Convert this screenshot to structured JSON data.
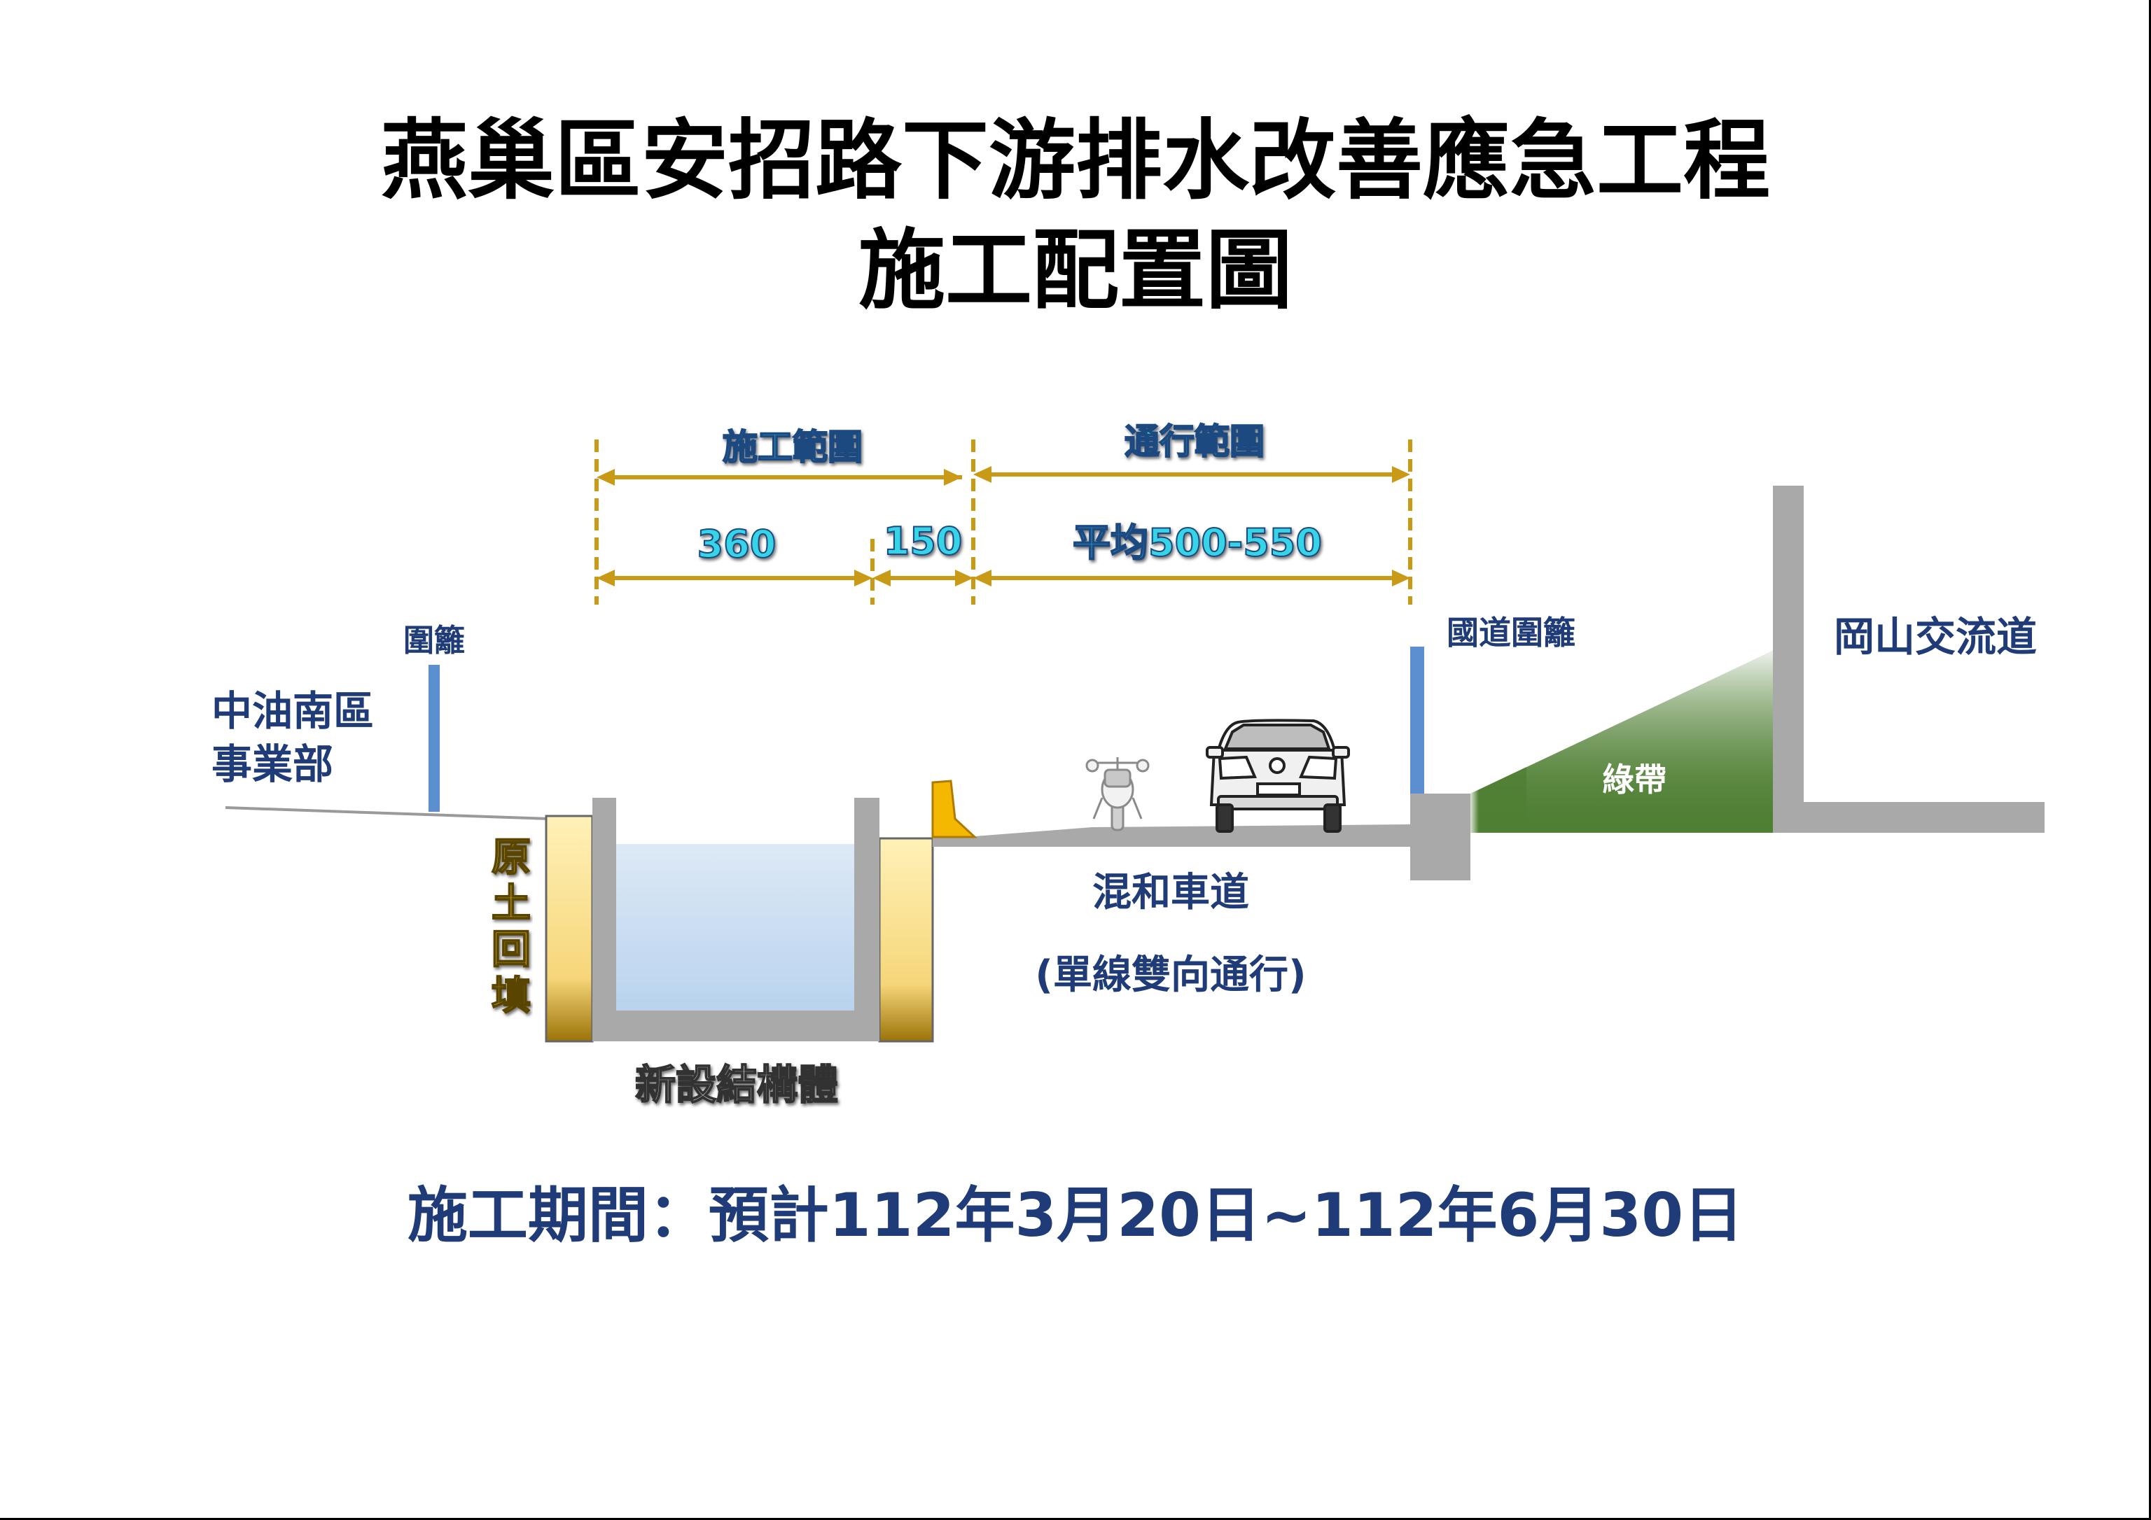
{
  "title": {
    "line1": "燕巢區安招路下游排水改善應急工程",
    "line2": "施工配置圖"
  },
  "dimensions": {
    "construction_range": "施工範圍",
    "traffic_range": "通行範圍",
    "width_360": "360",
    "width_150": "150",
    "width_avg": "平均500-550"
  },
  "labels": {
    "fence_left": "圍籬",
    "cpc_line1": "中油南區",
    "cpc_line2": "事業部",
    "backfill": [
      "原",
      "土",
      "回",
      "填"
    ],
    "structure": "新設結構體",
    "lane_line1": "混和車道",
    "lane_line2": "(單線雙向通行)",
    "freeway_fence": "國道圍籬",
    "green_belt": "綠帶",
    "interchange": "岡山交流道"
  },
  "footer": {
    "period": "施工期間：預計112年3月20日~112年6月30日"
  },
  "colors": {
    "dimension_gold": "#c99a15",
    "dimension_text": "#35d4e6",
    "label_navy": "#1f3b78",
    "fence_blue": "#5b8fd0",
    "backfill_yellow": "#f4d21a",
    "green_belt": "#4f7f33",
    "concrete_gray": "#a9a9a9"
  }
}
